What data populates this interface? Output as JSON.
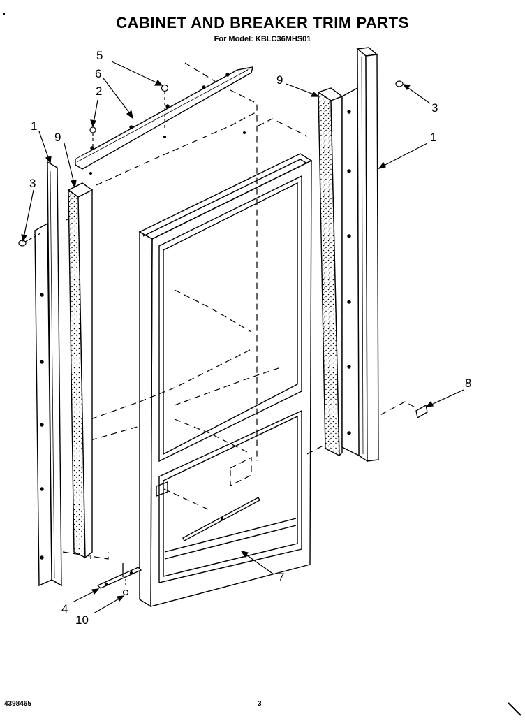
{
  "header": {
    "title": "CABINET AND BREAKER TRIM PARTS",
    "subtitle": "For Model: KBLC36MHS01"
  },
  "footer": {
    "part_number": "4398465",
    "page_number": "3"
  },
  "callouts": {
    "c5": "5",
    "c6": "6",
    "c2": "2",
    "c1_left": "1",
    "c9_left": "9",
    "c3_left": "3",
    "c9_right": "9",
    "c3_right": "3",
    "c1_right": "1",
    "c8": "8",
    "c7": "7",
    "c4": "4",
    "c10": "10"
  }
}
